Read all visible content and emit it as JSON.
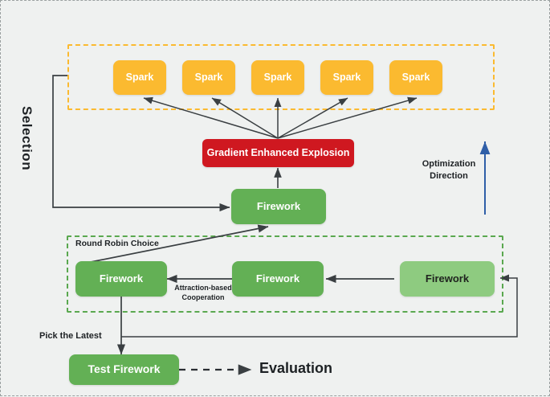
{
  "diagram": {
    "title_labels": {
      "selection": "Selection",
      "optimization_direction": "Optimization\nDirection",
      "round_robin": "Round Robin Choice",
      "attraction": "Attraction-based\nCooperation",
      "pick_latest": "Pick the Latest",
      "evaluation": "Evaluation"
    },
    "sparks": [
      {
        "label": "Spark"
      },
      {
        "label": "Spark"
      },
      {
        "label": "Spark"
      },
      {
        "label": "Spark"
      },
      {
        "label": "Spark"
      }
    ],
    "explosion": {
      "label": "Gradient Enhanced Explosion"
    },
    "firework_main": {
      "label": "Firework"
    },
    "round_robin_fireworks": [
      {
        "label": "Firework",
        "variant": "solid"
      },
      {
        "label": "Firework",
        "variant": "solid"
      },
      {
        "label": "Firework",
        "variant": "light"
      }
    ],
    "test_firework": {
      "label": "Test Firework"
    },
    "colors": {
      "background": "#eff1f0",
      "spark": "#fbba30",
      "explosion": "#cf1820",
      "firework": "#63b055",
      "firework_light": "#8ecb80",
      "dashed_orange": "#fbba30",
      "dashed_green": "#5aa84f",
      "arrow": "#3a3f42",
      "optimization_arrow": "#2f5fa8"
    }
  }
}
